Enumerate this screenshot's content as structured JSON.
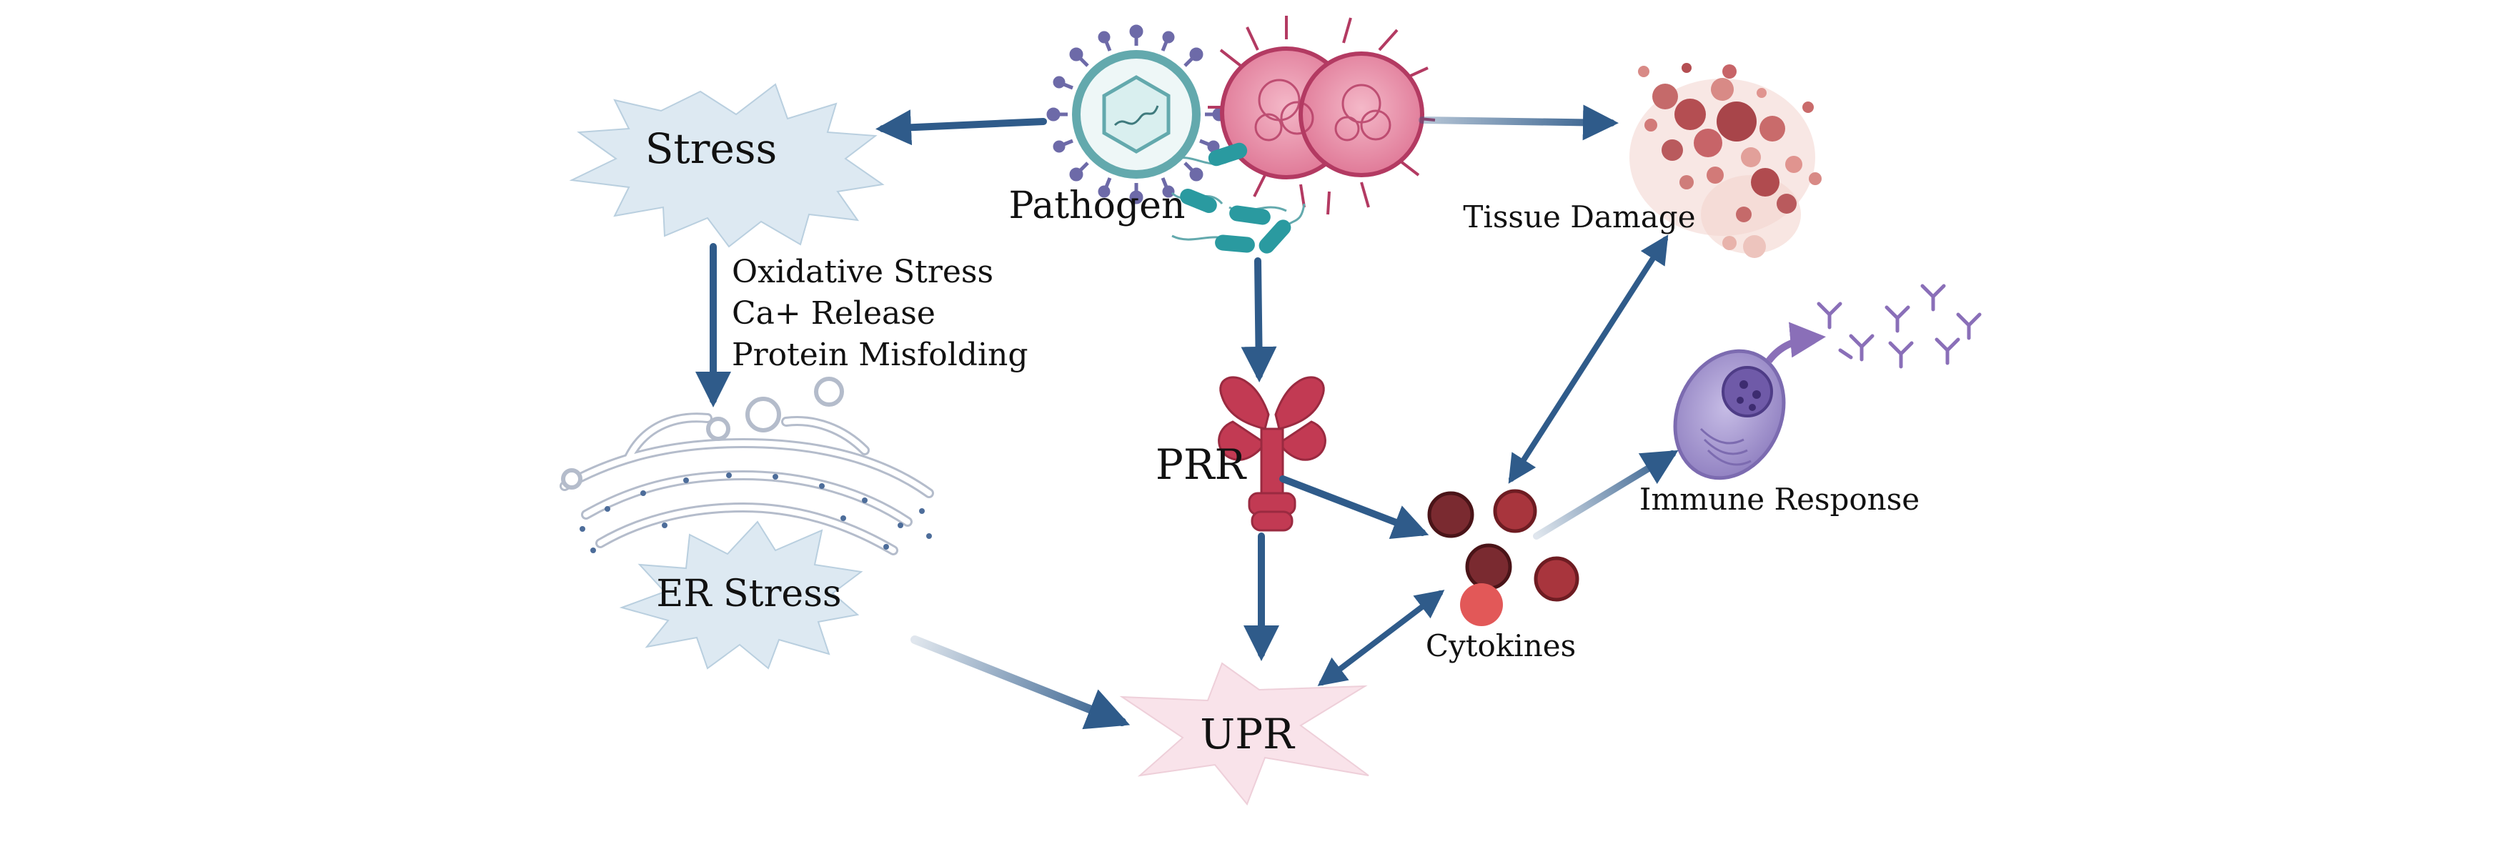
{
  "labels": {
    "stress": "Stress",
    "pathogen": "Pathogen",
    "tissue_damage": "Tissue Damage",
    "stress_effects": [
      "Oxidative Stress",
      "Ca+ Release",
      "Protein Misfolding"
    ],
    "er_stress": "ER Stress",
    "prr": "PRR",
    "immune_response": "Immune Response",
    "cytokines": "Cytokines",
    "upr": "UPR"
  },
  "colors": {
    "arrow": "#2f5b8a",
    "starburst_blue": "#dde9f2",
    "starburst_pink": "#f9e3ea",
    "pathogen_pink": "#e28aa6",
    "virus_teal": "#63a9ad",
    "prr_red": "#c23a53",
    "cytokine_dark": "#7a2a30",
    "cytokine_light": "#e25858",
    "immune_cell": "#a99ad0"
  }
}
